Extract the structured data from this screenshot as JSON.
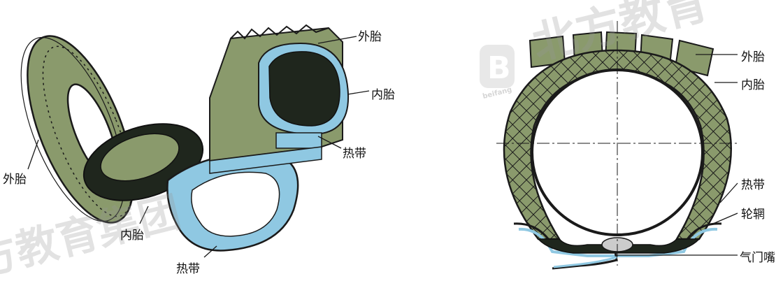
{
  "colors": {
    "rubber_green": "#8a9a6c",
    "rubber_dark": "#1f261d",
    "flap_blue": "#8fc8e2",
    "outline": "#1a1a1a",
    "watermark": "#b0b0b0"
  },
  "icons": [
    "tire-illustration",
    "cross-section-illustration",
    "beifang-logo-icon"
  ],
  "left": {
    "labels": {
      "outer_tire_top": "外胎",
      "inner_tube_top": "内胎",
      "flap_top": "热带",
      "outer_tire_left": "外胎",
      "inner_tube_bottom": "内胎",
      "flap_bottom": "热带"
    }
  },
  "right": {
    "labels": {
      "outer_tire": "外胎",
      "inner_tube": "内胎",
      "flap": "热带",
      "rim": "轮辋",
      "valve": "气门嘴"
    }
  },
  "watermark": {
    "text_top": "北方教育",
    "text_bottom": "方教育集团",
    "logo_sub": "beifang"
  }
}
